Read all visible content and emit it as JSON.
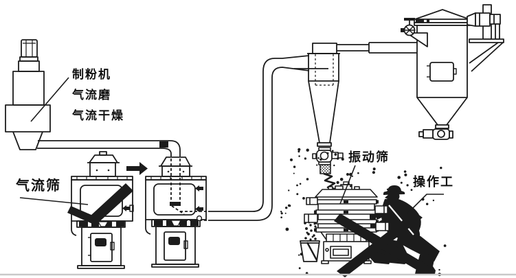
{
  "labels": {
    "mill_line1": "制粉机",
    "mill_line2": "气流磨",
    "mill_line3": "气流干燥",
    "airflow_sieve": "气流筛",
    "vibrating_sieve": "振动筛",
    "operator": "操作工"
  },
  "colors": {
    "ink": "#1c1c1c",
    "background": "#ffffff",
    "baseline_gray": "#c9c9c9"
  }
}
